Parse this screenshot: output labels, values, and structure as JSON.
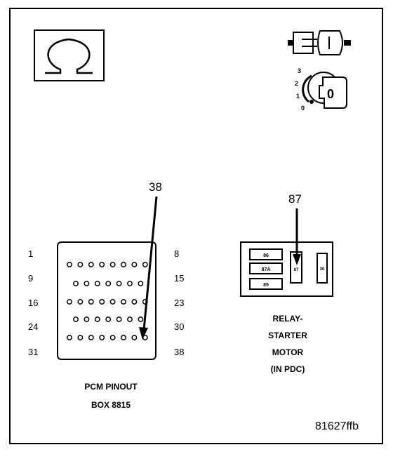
{
  "ohm_symbol": "Ω",
  "ignition": {
    "positions": [
      "3",
      "2",
      "1",
      "0"
    ],
    "key_label": "0"
  },
  "pcm": {
    "callout_pin": "38",
    "left_pin_numbers": [
      "1",
      "9",
      "16",
      "24",
      "31"
    ],
    "right_pin_numbers": [
      "8",
      "15",
      "23",
      "30",
      "38"
    ],
    "caption_line1": "PCM PINOUT",
    "caption_line2": "BOX 8815"
  },
  "relay": {
    "callout_terminal": "87",
    "terminals": [
      "86",
      "87A",
      "85",
      "87",
      "30"
    ],
    "caption_line1": "RELAY-",
    "caption_line2": "STARTER",
    "caption_line3": "MOTOR",
    "caption_line4": "(IN PDC)"
  },
  "figure_id": "81627ffb"
}
